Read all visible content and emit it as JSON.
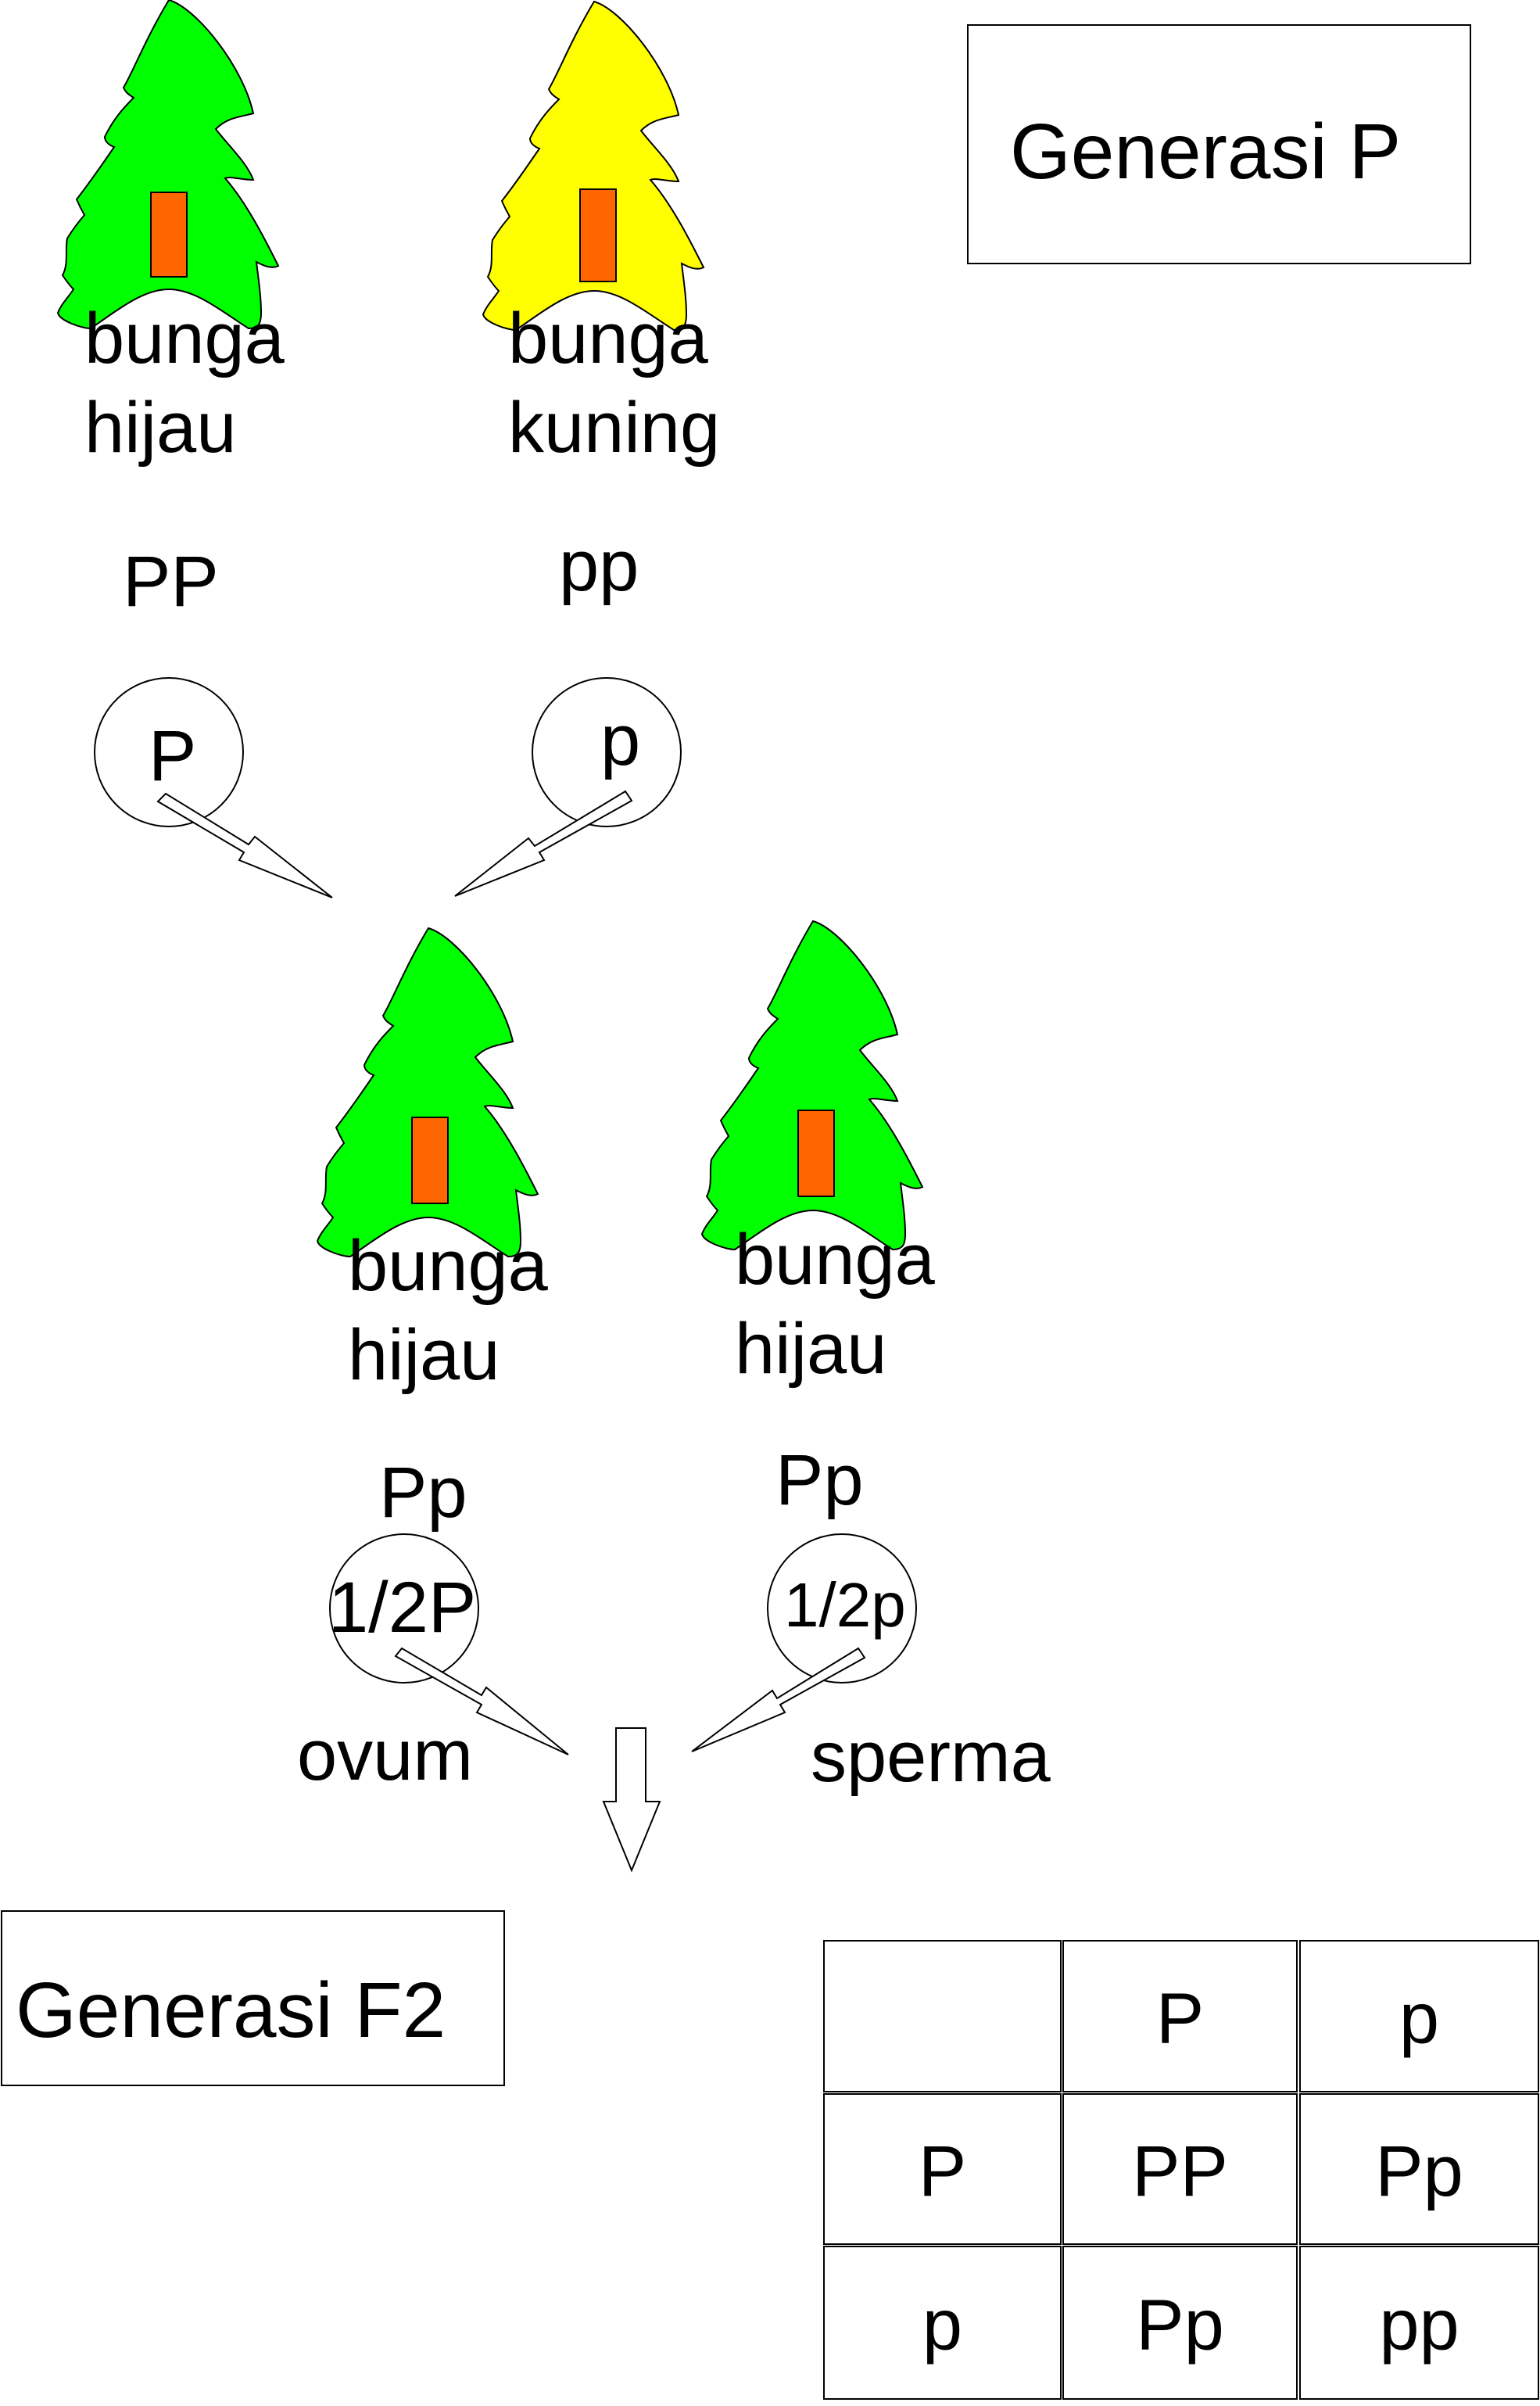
{
  "colors": {
    "green_tree": "#00ff00",
    "yellow_tree": "#ffff00",
    "trunk": "#ff6600",
    "stroke": "#000000",
    "background": "#ffffff"
  },
  "labels": {
    "generasi_p": "Generasi P",
    "generasi_f2": "Generasi F2"
  },
  "parents": [
    {
      "line1": "bunga",
      "line2": "hijau",
      "genotype": "PP",
      "gamete": "P",
      "color_key": "green_tree"
    },
    {
      "line1": "bunga",
      "line2": "kuning",
      "genotype": "pp",
      "gamete": "p",
      "color_key": "yellow_tree"
    }
  ],
  "offspring": [
    {
      "line1": "bunga",
      "line2": "hijau",
      "genotype": "Pp",
      "gamete": "1/2P",
      "role": "ovum",
      "color_key": "green_tree"
    },
    {
      "line1": "bunga",
      "line2": "hijau",
      "genotype": "Pp",
      "gamete": "1/2p",
      "role": "sperma",
      "color_key": "green_tree"
    }
  ],
  "punnett": {
    "header": [
      "",
      "P",
      "p"
    ],
    "rows": [
      [
        "P",
        "PP",
        "Pp"
      ],
      [
        "p",
        "Pp",
        "pp"
      ]
    ]
  },
  "icons": {
    "tree": "tree-icon",
    "arrow": "arrow-icon",
    "gamete_circle": "gamete-circle-icon"
  }
}
